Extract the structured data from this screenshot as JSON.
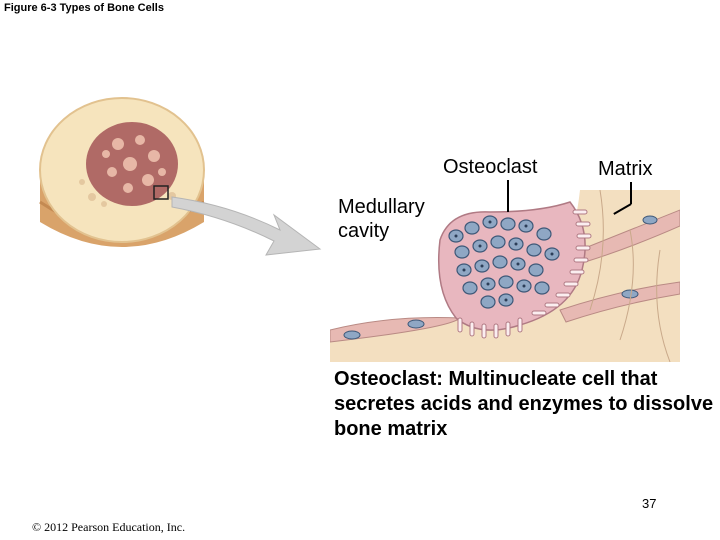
{
  "figure": {
    "title": "Figure 6-3 Types of Bone Cells"
  },
  "labels": {
    "osteoclast": "Osteoclast",
    "matrix": "Matrix",
    "medullary_cavity": "Medullary cavity"
  },
  "caption": "Osteoclast: Multinucleate cell that secretes acids and enzymes to dissolve bone matrix",
  "footer": {
    "page_number": "37",
    "copyright": "© 2012 Pearson Education, Inc."
  },
  "colors": {
    "bone_outer": "#f2d9a8",
    "bone_side": "#d9a36a",
    "spongy": "#b06a66",
    "osteoclast_cytoplasm": "#e8b7bf",
    "nucleus": "#8fa7c4",
    "matrix": "#f3dfc0",
    "arrow": "#c8c8c8"
  }
}
